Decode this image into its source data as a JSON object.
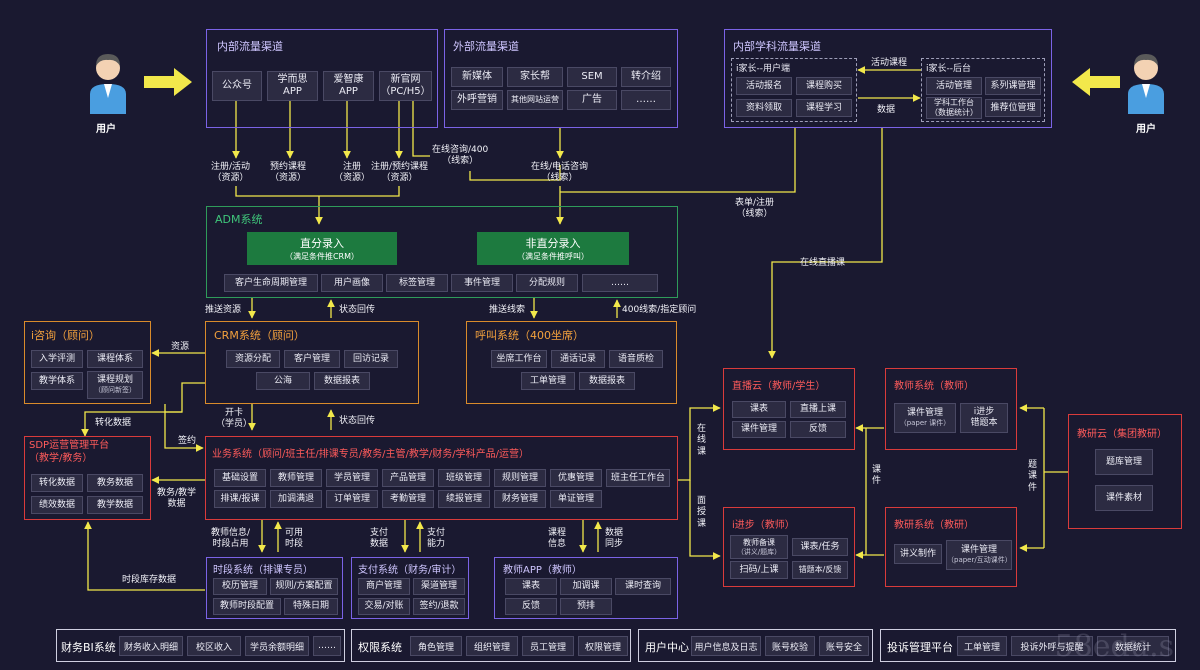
{
  "colors": {
    "background": "#1a1930",
    "purple": "#7b63e6",
    "green": "#2f9b5a",
    "orange": "#d98b2b",
    "red": "#d93b3b",
    "arrow": "#f2e84b",
    "box": "#2c2b42"
  },
  "users": {
    "left_label": "用户",
    "right_label": "用户",
    "icon": "user-avatar-icon"
  },
  "internal_channels": {
    "title": "内部流量渠道",
    "items": [
      "公众号",
      "学而思\nAPP",
      "爱智康\nAPP",
      "新官网\n（PC/H5）"
    ]
  },
  "external_channels": {
    "title": "外部流量渠道",
    "items": [
      "新媒体",
      "家长帮",
      "SEM",
      "转介绍",
      "外呼营销",
      "其他网站运营",
      "广告",
      "……"
    ]
  },
  "subject_channels": {
    "title": "内部学科流量渠道",
    "user_side": {
      "title": "i家长--用户端",
      "items": [
        "活动报名",
        "课程购买",
        "资料领取",
        "课程学习"
      ]
    },
    "admin_side": {
      "title": "i家长--后台",
      "items": [
        "活动管理",
        "系列课管理",
        "学科工作台\n（数据统计）",
        "推荐位管理"
      ]
    },
    "label_activity": "活动课程",
    "label_data": "数据"
  },
  "flow_labels": {
    "reg_activity": "注册/活动\n（资源）",
    "book_course": "预约课程\n（资源）",
    "register": "注册\n（资源）",
    "reg_book": "注册/预约课程\n（资源）",
    "online_400": "在线咨询/400\n（线索）",
    "online_phone": "在线/电话咨询\n（线索）",
    "form_reg": "表单/注册\n（线索）",
    "live_class": "在线直播课",
    "push_resource": "推送资源",
    "status_back_1": "状态回传",
    "push_leads": "推送线索",
    "leads_400": "400线索/指定顾问",
    "resource": "资源",
    "transform_data": "转化数据",
    "open_card": "开卡\n（学员）",
    "status_back_2": "状态回传",
    "sign": "签约",
    "edu_data": "教务/教学\n数据",
    "teacher_info": "教师信息/\n时段占用",
    "available_time": "可用\n时段",
    "pay_data": "支付\n数据",
    "pay_ability": "支付\n能力",
    "course_info": "课程\n信息",
    "data_sync": "数据\n同步",
    "slot_data": "时段库存数据",
    "online_course": "在\n线\n课",
    "offline_course": "面\n授\n课",
    "courseware": "课\n件",
    "question_courseware": "题\n课\n件"
  },
  "adm": {
    "title": "ADM系统",
    "direct": {
      "label": "直分录入",
      "sub": "（满足条件推CRM）"
    },
    "non_direct": {
      "label": "非直分录入",
      "sub": "（满足条件推呼叫）"
    },
    "items": [
      "客户生命周期管理",
      "用户画像",
      "标签管理",
      "事件管理",
      "分配规则",
      "……"
    ]
  },
  "crm": {
    "title": "CRM系统（顾问）",
    "items": [
      "资源分配",
      "客户管理",
      "回访记录",
      "公海",
      "数据报表"
    ]
  },
  "call_center": {
    "title": "呼叫系统（400坐席）",
    "items": [
      "坐席工作台",
      "通话记录",
      "语音质检",
      "工单管理",
      "数据报表"
    ]
  },
  "izixun": {
    "title": "i咨询（顾问）",
    "items": [
      "入学评测",
      "课程体系",
      "教学体系",
      "课程规划",
      "（顾问新签）"
    ]
  },
  "sdp": {
    "title": "SDP运营管理平台\n（教学/教务）",
    "items": [
      "转化数据",
      "教务数据",
      "绩效数据",
      "教学数据"
    ]
  },
  "business": {
    "title": "业务系统（顾问/班主任/排课专员/教务/主管/教学/财务/学科产品/运营）",
    "items": [
      "基础设置",
      "教师管理",
      "学员管理",
      "产品管理",
      "班级管理",
      "规则管理",
      "优惠管理",
      "班主任工作台",
      "排课/报课",
      "加调满退",
      "订单管理",
      "考勤管理",
      "续报管理",
      "财务管理",
      "单证管理"
    ]
  },
  "time_system": {
    "title": "时段系统（排课专员）",
    "items": [
      "校历管理",
      "规则/方案配置",
      "教师时段配置",
      "特殊日期"
    ]
  },
  "pay_system": {
    "title": "支付系统（财务/审计）",
    "items": [
      "商户管理",
      "渠道管理",
      "交易/对账",
      "签约/退款"
    ]
  },
  "teacher_app": {
    "title": "教师APP（教师）",
    "items": [
      "课表",
      "加调课",
      "课时查询",
      "反馈",
      "预排"
    ]
  },
  "live_cloud": {
    "title": "直播云（教师/学生）",
    "items": [
      "课表",
      "直播上课",
      "课件管理",
      "反馈"
    ]
  },
  "teacher_system": {
    "title": "教师系统（教师）",
    "items": [
      "课件管理",
      "（paper 课件）",
      "i进步",
      "错题本"
    ]
  },
  "ijinbu": {
    "title": "i进步（教师）",
    "items": [
      "教师备课",
      "（讲义/题库）",
      "课表/任务",
      "扫码/上课",
      "错题本/反馈"
    ]
  },
  "research_system": {
    "title": "教研系统（教研）",
    "items": [
      "讲义制作",
      "课件管理",
      "（paper/互动课件）"
    ]
  },
  "research_cloud": {
    "title": "教研云（集团教研）",
    "items": [
      "题库管理",
      "课件素材"
    ]
  },
  "bottom": {
    "finance": {
      "title": "财务BI系统",
      "items": [
        "财务收入明细",
        "校区收入",
        "学员余额明细",
        "……"
      ]
    },
    "permission": {
      "title": "权限系统",
      "items": [
        "角色管理",
        "组织管理",
        "员工管理",
        "权限管理"
      ]
    },
    "user_center": {
      "title": "用户中心",
      "items": [
        "用户信息及日志",
        "账号校验",
        "账号安全"
      ]
    },
    "complaint": {
      "title": "投诉管理平台",
      "items": [
        "工单管理",
        "投诉外呼与提醒",
        "数据统计"
      ]
    }
  },
  "watermark": "58edu.s"
}
